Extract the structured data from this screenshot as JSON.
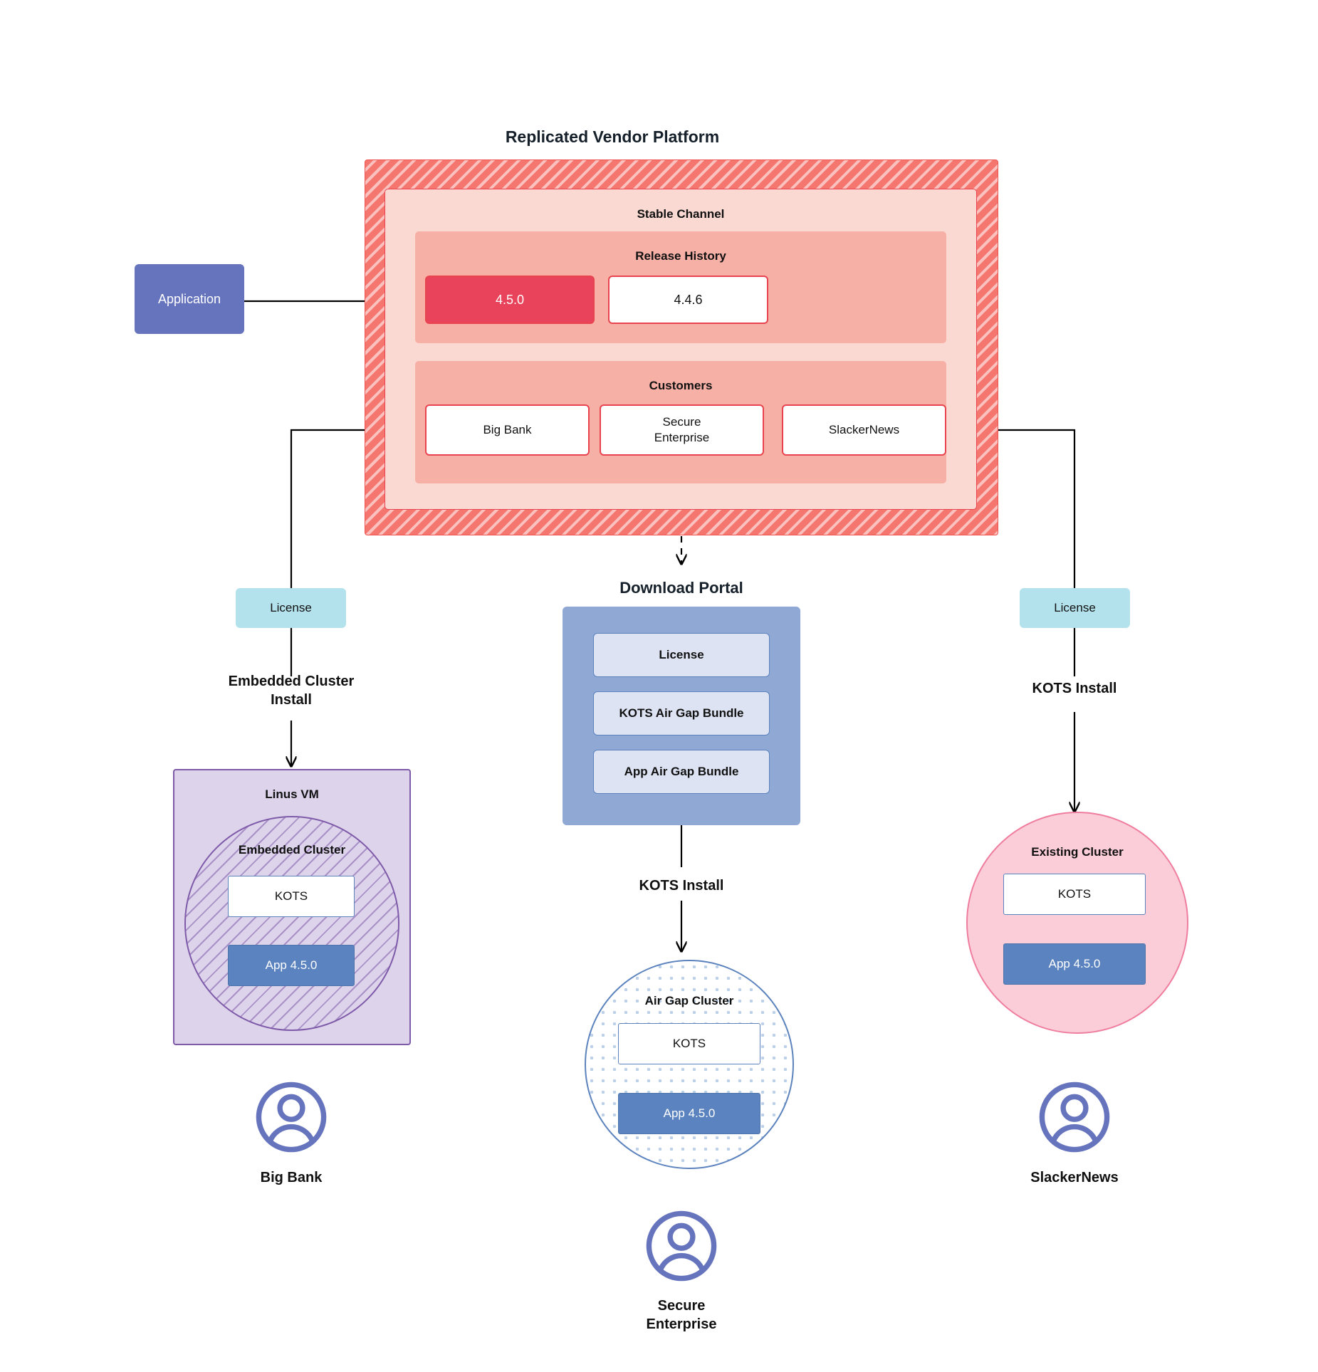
{
  "diagram": {
    "title": "Replicated Vendor Platform",
    "type": "architecture-flow"
  },
  "application": {
    "label": "Application"
  },
  "vendor_platform": {
    "title": "Replicated Vendor Platform",
    "stable_channel": {
      "title": "Stable Channel",
      "release_history": {
        "title": "Release History",
        "releases": [
          {
            "version": "4.5.0",
            "state": "current"
          },
          {
            "version": "4.4.6",
            "state": "previous"
          }
        ]
      },
      "customers": {
        "title": "Customers",
        "items": [
          {
            "name": "Big Bank"
          },
          {
            "name": "Secure\nEnterprise"
          },
          {
            "name": "SlackerNews"
          }
        ]
      }
    }
  },
  "licenses": {
    "left_label": "License",
    "right_label": "License"
  },
  "download_portal": {
    "title": "Download  Portal",
    "items": [
      {
        "label": "License"
      },
      {
        "label": "KOTS Air Gap Bundle"
      },
      {
        "label": "App Air Gap Bundle"
      }
    ]
  },
  "flows": {
    "left_install": "Embedded Cluster\nInstall",
    "center_install": "KOTS Install",
    "right_install": "KOTS Install"
  },
  "targets": {
    "left": {
      "host_label": "Linus VM",
      "cluster_label": "Embedded Cluster",
      "kots_label": "KOTS",
      "app_label": "App 4.5.0",
      "persona": "Big Bank"
    },
    "center": {
      "cluster_label": "Air Gap Cluster",
      "kots_label": "KOTS",
      "app_label": "App 4.5.0",
      "persona": "Secure\nEnterprise"
    },
    "right": {
      "cluster_label": "Existing Cluster",
      "kots_label": "KOTS",
      "app_label": "App 4.5.0",
      "persona": "SlackerNews"
    }
  },
  "icons": {
    "persona": "user-avatar-icon"
  },
  "colors": {
    "platform_red": "#f4766f",
    "channel_pink": "#fbd9d3",
    "panel_pink": "#f7b0a6",
    "release_current": "#e8435a",
    "application_purple": "#6674bd",
    "license_teal": "#b3e2ec",
    "portal_blue": "#8fa8d4",
    "portal_item_blue": "#dde3f3",
    "vm_purple": "#ddd4ec",
    "vm_border": "#7e5aa8",
    "existing_pink": "#fbcdd8",
    "app_blue": "#5b83bf"
  }
}
